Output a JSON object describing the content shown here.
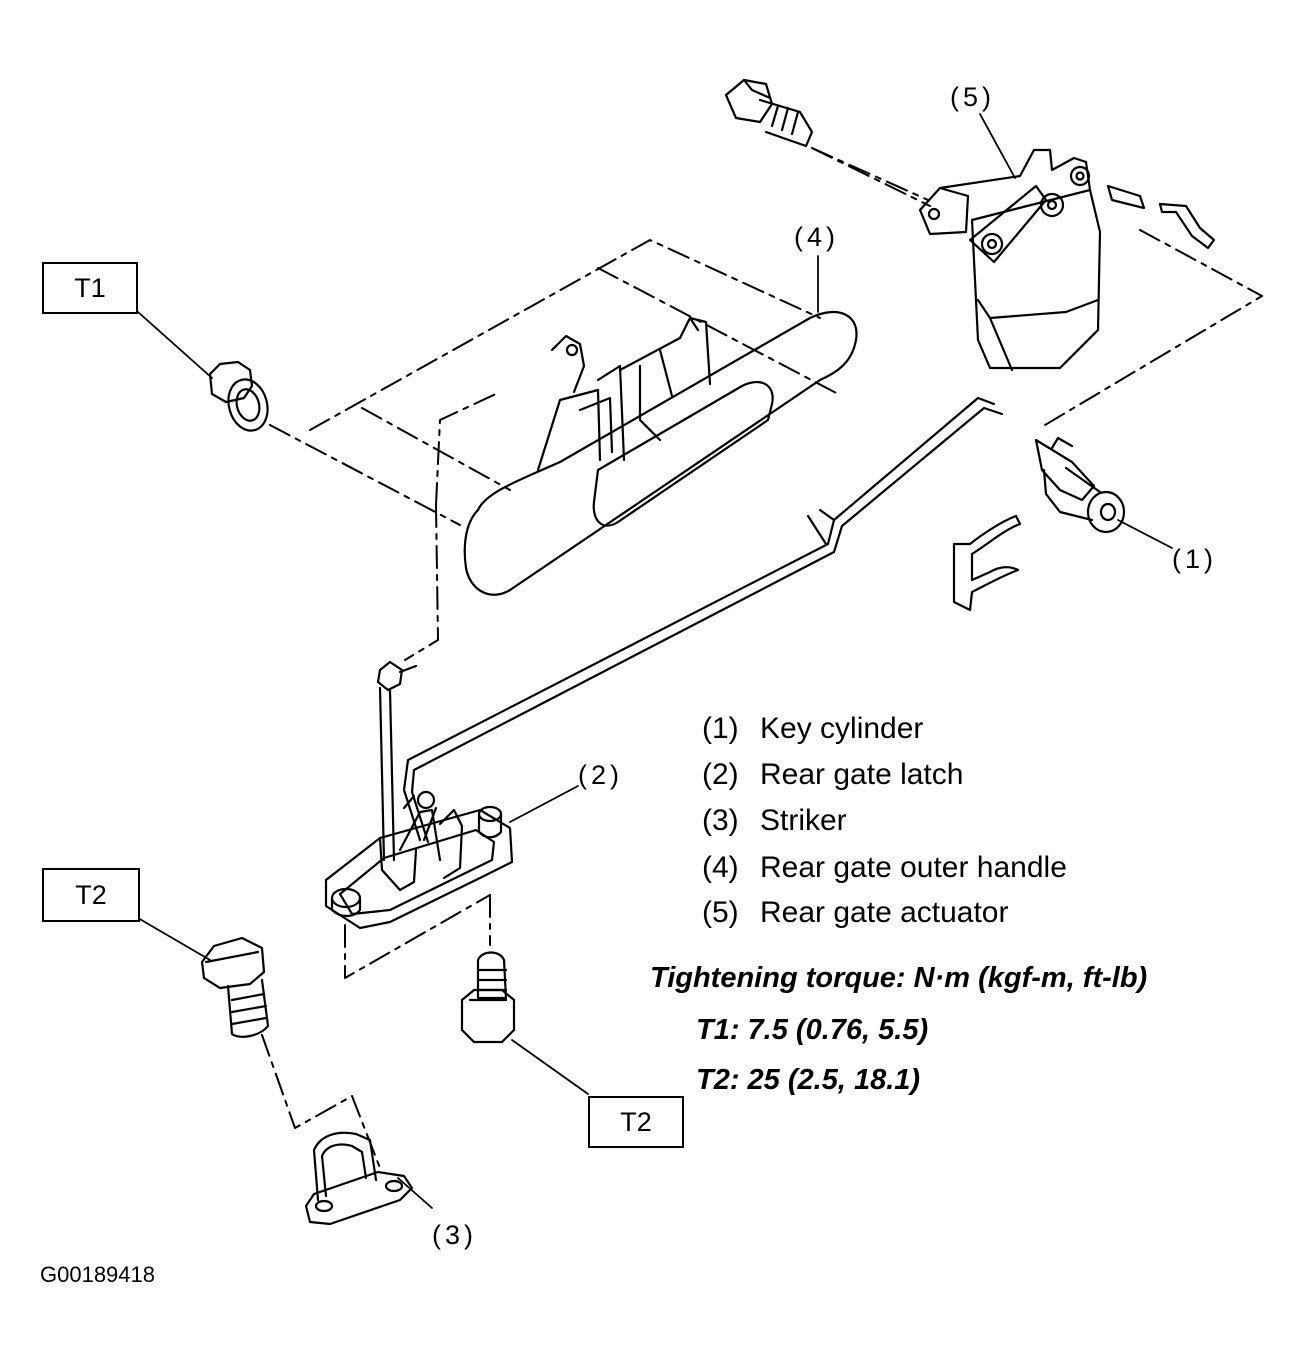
{
  "callouts": {
    "c1": "(1)",
    "c2": "(2)",
    "c3": "(3)",
    "c4": "(4)",
    "c5": "(5)"
  },
  "torque_tags": {
    "t1": "T1",
    "t2_left": "T2",
    "t2_right": "T2"
  },
  "legend": [
    {
      "num": "(1)",
      "label": "Key cylinder"
    },
    {
      "num": "(2)",
      "label": "Rear gate latch"
    },
    {
      "num": "(3)",
      "label": "Striker"
    },
    {
      "num": "(4)",
      "label": "Rear gate outer handle"
    },
    {
      "num": "(5)",
      "label": "Rear gate actuator"
    }
  ],
  "torque": {
    "heading": "Tightening torque: N·m (kgf-m, ft-lb)",
    "t1": "T1: 7.5 (0.76, 5.5)",
    "t2": "T2: 25 (2.5, 18.1)"
  },
  "figure_code": "G00189418"
}
